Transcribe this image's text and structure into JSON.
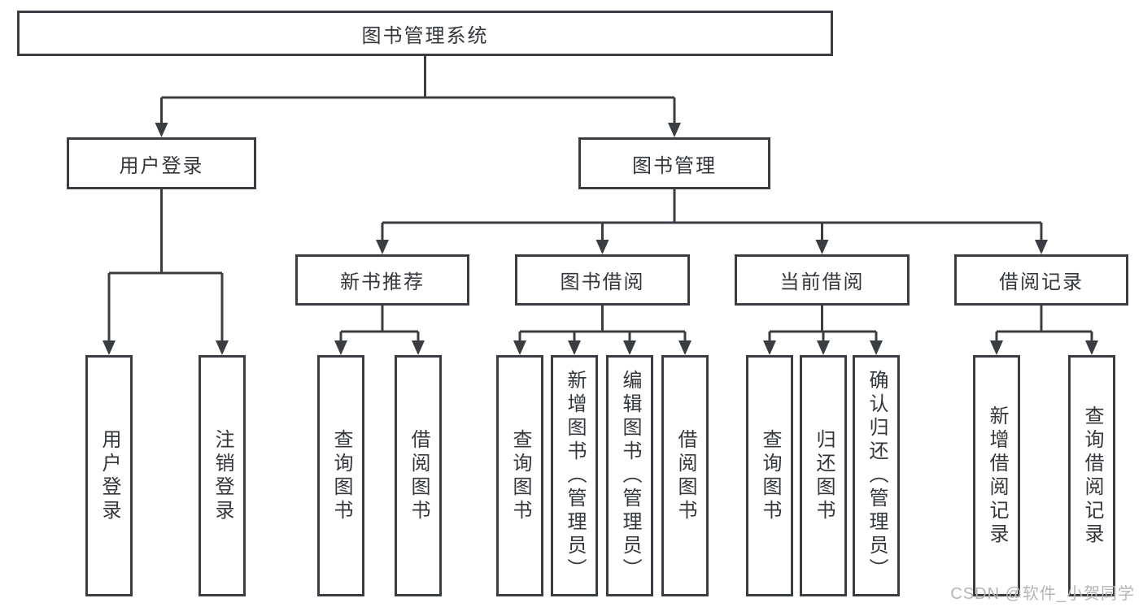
{
  "diagram": {
    "root": {
      "label": "图书管理系统"
    },
    "branches": [
      {
        "label": "用户登录",
        "children": [
          {
            "label": "用户登录"
          },
          {
            "label": "注销登录"
          }
        ]
      },
      {
        "label": "图书管理",
        "children": [
          {
            "label": "新书推荐",
            "children": [
              {
                "label": "查询图书"
              },
              {
                "label": "借阅图书"
              }
            ]
          },
          {
            "label": "图书借阅",
            "children": [
              {
                "label": "查询图书"
              },
              {
                "label": "新增图书（管理员）"
              },
              {
                "label": "编辑图书（管理员）"
              },
              {
                "label": "借阅图书"
              }
            ]
          },
          {
            "label": "当前借阅",
            "children": [
              {
                "label": "查询图书"
              },
              {
                "label": "归还图书"
              },
              {
                "label": "确认归还（管理员）"
              }
            ]
          },
          {
            "label": "借阅记录",
            "children": [
              {
                "label": "新增借阅记录"
              },
              {
                "label": "查询借阅记录"
              }
            ]
          }
        ]
      }
    ]
  },
  "colors": {
    "line": "#3a3d41",
    "text": "#33363a",
    "watermark": "#b5b5b5",
    "background": "#ffffff"
  },
  "watermark": {
    "text": "CSDN @软件_小贺同学"
  }
}
